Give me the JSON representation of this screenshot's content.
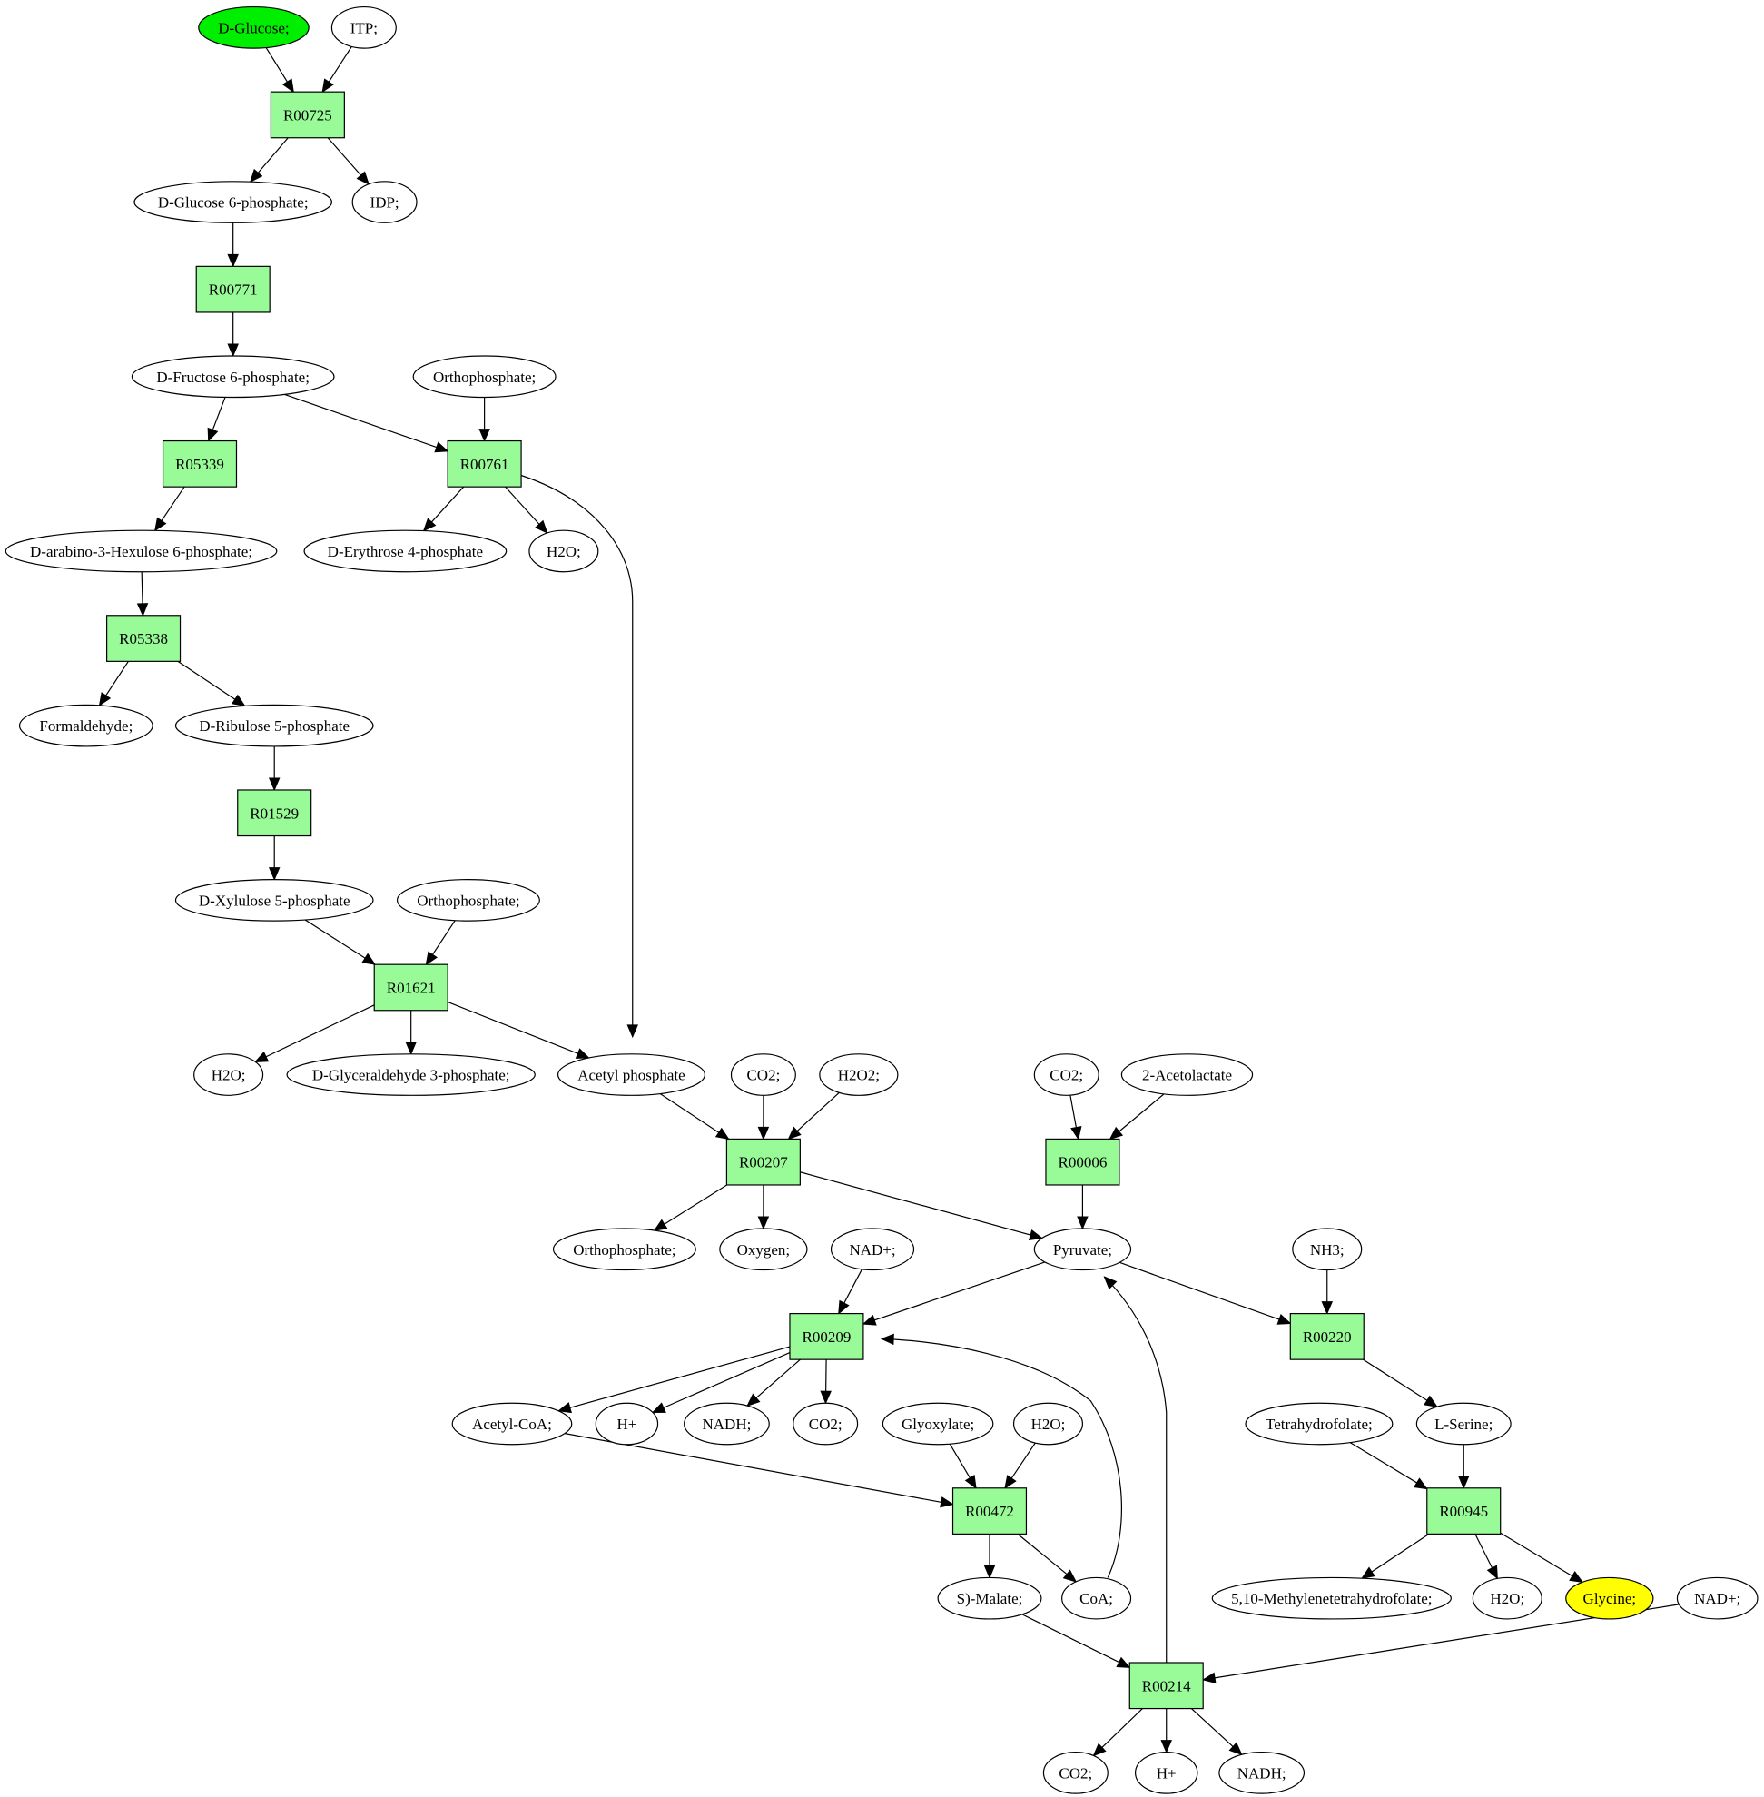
{
  "colors": {
    "reaction_fill": "#98fb98",
    "compound_fill": "#ffffff",
    "start_fill": "#00ee00",
    "target_fill": "#ffff00",
    "line": "#000000"
  },
  "nodes": [
    {
      "id": "c_dglucose",
      "label": "D-Glucose;",
      "shape": "ellipse",
      "role": "start"
    },
    {
      "id": "c_itp",
      "label": "ITP;",
      "shape": "ellipse"
    },
    {
      "id": "r_00725",
      "label": "R00725",
      "shape": "box"
    },
    {
      "id": "c_g6p",
      "label": "D-Glucose 6-phosphate;",
      "shape": "ellipse"
    },
    {
      "id": "c_idp",
      "label": "IDP;",
      "shape": "ellipse"
    },
    {
      "id": "r_00771",
      "label": "R00771",
      "shape": "box"
    },
    {
      "id": "c_f6p",
      "label": "D-Fructose 6-phosphate;",
      "shape": "ellipse"
    },
    {
      "id": "c_pi1",
      "label": "Orthophosphate;",
      "shape": "ellipse"
    },
    {
      "id": "r_05339",
      "label": "R05339",
      "shape": "box"
    },
    {
      "id": "r_00761",
      "label": "R00761",
      "shape": "box"
    },
    {
      "id": "c_hexulose",
      "label": "D-arabino-3-Hexulose 6-phosphate;",
      "shape": "ellipse"
    },
    {
      "id": "c_e4p",
      "label": "D-Erythrose 4-phosphate",
      "shape": "ellipse"
    },
    {
      "id": "c_h2o1",
      "label": "H2O;",
      "shape": "ellipse"
    },
    {
      "id": "r_05338",
      "label": "R05338",
      "shape": "box"
    },
    {
      "id": "c_formaldehyde",
      "label": "Formaldehyde;",
      "shape": "ellipse"
    },
    {
      "id": "c_ru5p",
      "label": "D-Ribulose 5-phosphate",
      "shape": "ellipse"
    },
    {
      "id": "r_01529",
      "label": "R01529",
      "shape": "box"
    },
    {
      "id": "c_xu5p",
      "label": "D-Xylulose 5-phosphate",
      "shape": "ellipse"
    },
    {
      "id": "c_pi2",
      "label": "Orthophosphate;",
      "shape": "ellipse"
    },
    {
      "id": "r_01621",
      "label": "R01621",
      "shape": "box"
    },
    {
      "id": "c_h2o2",
      "label": "H2O;",
      "shape": "ellipse"
    },
    {
      "id": "c_gap",
      "label": "D-Glyceraldehyde 3-phosphate;",
      "shape": "ellipse"
    },
    {
      "id": "c_acp",
      "label": "Acetyl phosphate",
      "shape": "ellipse"
    },
    {
      "id": "c_co2a",
      "label": "CO2;",
      "shape": "ellipse"
    },
    {
      "id": "c_h2o2b",
      "label": "H2O2;",
      "shape": "ellipse"
    },
    {
      "id": "c_co2b",
      "label": "CO2;",
      "shape": "ellipse"
    },
    {
      "id": "c_acetolactate",
      "label": "2-Acetolactate",
      "shape": "ellipse"
    },
    {
      "id": "r_00207",
      "label": "R00207",
      "shape": "box"
    },
    {
      "id": "r_00006",
      "label": "R00006",
      "shape": "box"
    },
    {
      "id": "c_pi3",
      "label": "Orthophosphate;",
      "shape": "ellipse"
    },
    {
      "id": "c_oxygen",
      "label": "Oxygen;",
      "shape": "ellipse"
    },
    {
      "id": "c_nad1",
      "label": "NAD+;",
      "shape": "ellipse"
    },
    {
      "id": "c_pyruvate",
      "label": "Pyruvate;",
      "shape": "ellipse"
    },
    {
      "id": "c_nh3",
      "label": "NH3;",
      "shape": "ellipse"
    },
    {
      "id": "r_00209",
      "label": "R00209",
      "shape": "box"
    },
    {
      "id": "r_00220",
      "label": "R00220",
      "shape": "box"
    },
    {
      "id": "c_acoa",
      "label": "Acetyl-CoA;",
      "shape": "ellipse"
    },
    {
      "id": "c_h1",
      "label": "H+",
      "shape": "ellipse"
    },
    {
      "id": "c_nadh1",
      "label": "NADH;",
      "shape": "ellipse"
    },
    {
      "id": "c_co2c",
      "label": "CO2;",
      "shape": "ellipse"
    },
    {
      "id": "c_glyoxylate",
      "label": "Glyoxylate;",
      "shape": "ellipse"
    },
    {
      "id": "c_h2o3",
      "label": "H2O;",
      "shape": "ellipse"
    },
    {
      "id": "c_thf",
      "label": "Tetrahydrofolate;",
      "shape": "ellipse"
    },
    {
      "id": "c_serine",
      "label": "L-Serine;",
      "shape": "ellipse"
    },
    {
      "id": "r_00472",
      "label": "R00472",
      "shape": "box"
    },
    {
      "id": "r_00945",
      "label": "R00945",
      "shape": "box"
    },
    {
      "id": "c_malate",
      "label": "S)-Malate;",
      "shape": "ellipse"
    },
    {
      "id": "c_coa",
      "label": "CoA;",
      "shape": "ellipse"
    },
    {
      "id": "c_methylene",
      "label": "5,10-Methylenetetrahydrofolate;",
      "shape": "ellipse"
    },
    {
      "id": "c_h2o4",
      "label": "H2O;",
      "shape": "ellipse"
    },
    {
      "id": "c_glycine",
      "label": "Glycine;",
      "shape": "ellipse",
      "role": "target"
    },
    {
      "id": "c_nad2",
      "label": "NAD+;",
      "shape": "ellipse"
    },
    {
      "id": "r_00214",
      "label": "R00214",
      "shape": "box"
    },
    {
      "id": "c_co2d",
      "label": "CO2;",
      "shape": "ellipse"
    },
    {
      "id": "c_h2",
      "label": "H+",
      "shape": "ellipse"
    },
    {
      "id": "c_nadh2",
      "label": "NADH;",
      "shape": "ellipse"
    }
  ],
  "edges": [
    {
      "from": "c_dglucose",
      "to": "r_00725"
    },
    {
      "from": "c_itp",
      "to": "r_00725"
    },
    {
      "from": "r_00725",
      "to": "c_g6p"
    },
    {
      "from": "r_00725",
      "to": "c_idp"
    },
    {
      "from": "c_g6p",
      "to": "r_00771"
    },
    {
      "from": "r_00771",
      "to": "c_f6p"
    },
    {
      "from": "c_f6p",
      "to": "r_05339"
    },
    {
      "from": "c_f6p",
      "to": "r_00761"
    },
    {
      "from": "c_pi1",
      "to": "r_00761"
    },
    {
      "from": "r_05339",
      "to": "c_hexulose"
    },
    {
      "from": "r_00761",
      "to": "c_e4p"
    },
    {
      "from": "r_00761",
      "to": "c_h2o1"
    },
    {
      "from": "r_00761",
      "to": "c_acp"
    },
    {
      "from": "c_hexulose",
      "to": "r_05338"
    },
    {
      "from": "r_05338",
      "to": "c_formaldehyde"
    },
    {
      "from": "r_05338",
      "to": "c_ru5p"
    },
    {
      "from": "c_ru5p",
      "to": "r_01529"
    },
    {
      "from": "r_01529",
      "to": "c_xu5p"
    },
    {
      "from": "c_xu5p",
      "to": "r_01621"
    },
    {
      "from": "c_pi2",
      "to": "r_01621"
    },
    {
      "from": "r_01621",
      "to": "c_h2o2"
    },
    {
      "from": "r_01621",
      "to": "c_gap"
    },
    {
      "from": "r_01621",
      "to": "c_acp"
    },
    {
      "from": "c_acp",
      "to": "r_00207"
    },
    {
      "from": "c_co2a",
      "to": "r_00207"
    },
    {
      "from": "c_h2o2b",
      "to": "r_00207"
    },
    {
      "from": "c_co2b",
      "to": "r_00006"
    },
    {
      "from": "c_acetolactate",
      "to": "r_00006"
    },
    {
      "from": "r_00207",
      "to": "c_pi3"
    },
    {
      "from": "r_00207",
      "to": "c_oxygen"
    },
    {
      "from": "r_00207",
      "to": "c_pyruvate"
    },
    {
      "from": "r_00006",
      "to": "c_pyruvate"
    },
    {
      "from": "c_nad1",
      "to": "r_00209"
    },
    {
      "from": "c_pyruvate",
      "to": "r_00209"
    },
    {
      "from": "c_pyruvate",
      "to": "r_00220"
    },
    {
      "from": "c_nh3",
      "to": "r_00220"
    },
    {
      "from": "r_00209",
      "to": "c_acoa"
    },
    {
      "from": "r_00209",
      "to": "c_h1"
    },
    {
      "from": "r_00209",
      "to": "c_nadh1"
    },
    {
      "from": "r_00209",
      "to": "c_co2c"
    },
    {
      "from": "r_00220",
      "to": "c_serine"
    },
    {
      "from": "c_acoa",
      "to": "r_00472"
    },
    {
      "from": "c_glyoxylate",
      "to": "r_00472"
    },
    {
      "from": "c_h2o3",
      "to": "r_00472"
    },
    {
      "from": "c_thf",
      "to": "r_00945"
    },
    {
      "from": "c_serine",
      "to": "r_00945"
    },
    {
      "from": "r_00472",
      "to": "c_malate"
    },
    {
      "from": "r_00472",
      "to": "c_coa"
    },
    {
      "from": "c_coa",
      "to": "r_00209"
    },
    {
      "from": "r_00945",
      "to": "c_methylene"
    },
    {
      "from": "r_00945",
      "to": "c_h2o4"
    },
    {
      "from": "r_00945",
      "to": "c_glycine"
    },
    {
      "from": "c_malate",
      "to": "r_00214"
    },
    {
      "from": "c_nad2",
      "to": "r_00214"
    },
    {
      "from": "r_00214",
      "to": "c_pyruvate"
    },
    {
      "from": "r_00214",
      "to": "c_co2d"
    },
    {
      "from": "r_00214",
      "to": "c_h2"
    },
    {
      "from": "r_00214",
      "to": "c_nadh2"
    }
  ]
}
